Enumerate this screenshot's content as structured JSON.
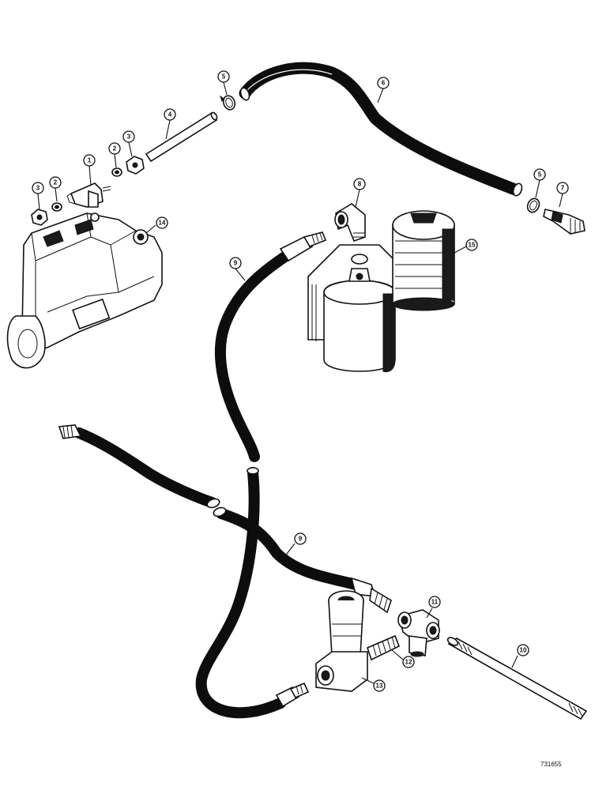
{
  "drawing_code": "731655",
  "callouts": [
    {
      "id": "c1",
      "label": "1"
    },
    {
      "id": "c2a",
      "label": "2"
    },
    {
      "id": "c2b",
      "label": "2"
    },
    {
      "id": "c3a",
      "label": "3"
    },
    {
      "id": "c3b",
      "label": "3"
    },
    {
      "id": "c4",
      "label": "4"
    },
    {
      "id": "c5a",
      "label": "5"
    },
    {
      "id": "c5b",
      "label": "5"
    },
    {
      "id": "c6",
      "label": "6"
    },
    {
      "id": "c7",
      "label": "7"
    },
    {
      "id": "c8",
      "label": "8"
    },
    {
      "id": "c9a",
      "label": "9"
    },
    {
      "id": "c9b",
      "label": "9"
    },
    {
      "id": "c10",
      "label": "10"
    },
    {
      "id": "c11",
      "label": "11"
    },
    {
      "id": "c12",
      "label": "12"
    },
    {
      "id": "c13",
      "label": "13"
    },
    {
      "id": "c14",
      "label": "14"
    },
    {
      "id": "c15",
      "label": "15"
    }
  ]
}
